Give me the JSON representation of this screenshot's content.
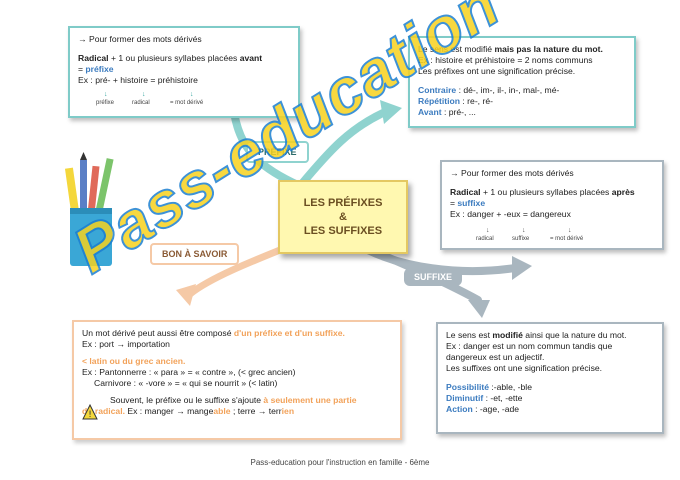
{
  "center": {
    "line1": "LES PRÉFIXES",
    "line2": "&",
    "line3": "LES SUFFIXES"
  },
  "labels": {
    "prefixe": "PRÉFIXE",
    "suffixe": "SUFFIXE",
    "bon_a_savoir": "BON À SAVOIR"
  },
  "box_prefix_formation": {
    "line1": "→ Pour former des mots dérivés",
    "radical": "Radical",
    "line2_mid": " + 1 ou plusieurs syllabes placées ",
    "avant": "avant",
    "equals": "= ",
    "prefixe": "préfixe",
    "example": "Ex : pré- + histoire = préhistoire",
    "sub_prefixe": "préfixe",
    "sub_radical": "radical",
    "sub_mot": "= mot dérivé"
  },
  "box_prefix_sens": {
    "line1_a": "Le sens est modifié ",
    "line1_b": "mais pas la nature du mot.",
    "line2": "Ex : histoire et préhistoire = 2 noms communs",
    "line3": "Les préfixes ont une signification précise.",
    "contraire_label": "Contraire",
    "contraire_val": " : dé-, im-, il-, in-, mal-, mé-",
    "repetition_label": "Répétition",
    "repetition_val": " : re-, ré-",
    "avant_label": "Avant",
    "avant_val": " : pré-, ..."
  },
  "box_suffix_formation": {
    "line1": "→ Pour former des mots dérivés",
    "radical": "Radical",
    "line2_mid": " + 1 ou plusieurs syllabes placées ",
    "apres": "après",
    "equals": "= ",
    "suffixe": "suffixe",
    "example": "Ex : danger + -eux = dangereux",
    "sub_radical": "radical",
    "sub_suffixe": "suffixe",
    "sub_mot": "= mot dérivé"
  },
  "box_suffix_sens": {
    "line1_a": "Le sens est ",
    "line1_b": "modifié",
    "line1_c": " ainsi que la nature du mot.",
    "line2": "Ex : danger est un nom commun tandis que",
    "line3": "dangereux est un adjectif.",
    "line4": "Les suffixes ont une signification précise.",
    "possibilite_label": "Possibilité",
    "possibilite_val": " :-able, -ble",
    "diminutif_label": "Diminutif",
    "diminutif_val": " : -et, -ette",
    "action_label": "Action",
    "action_val": " : -age, -ade"
  },
  "box_bon": {
    "line1_a": "Un mot dérivé peut aussi être composé ",
    "line1_b": "d'un préfixe et d'un suffixe.",
    "line2": "Ex : port → importation",
    "line3": "< latin ou du grec ancien.",
    "line4": "Ex : Pantonnerre : « para » = « contre », (< grec ancien)",
    "line5": "Carnivore : « -vore » = « qui se nourrit » (< latin)",
    "line6_a": "Souvent, le préfixe ou le suffixe s'ajoute ",
    "line6_b": "à seulement une partie",
    "line7_a": "du radical.",
    "line7_b": " Ex : manger → mange",
    "line7_c": "able",
    "line7_d": " ; terre → terr",
    "line7_e": "ien"
  },
  "watermark": "Pass-education",
  "footer": "Pass-education pour l'instruction en famille - 6ème",
  "colors": {
    "teal": "#7fcbc8",
    "grey": "#a9b6bf",
    "peach": "#f5c9a6",
    "accent_blue": "#3b7bbf",
    "center_fill": "#fff8b0"
  }
}
